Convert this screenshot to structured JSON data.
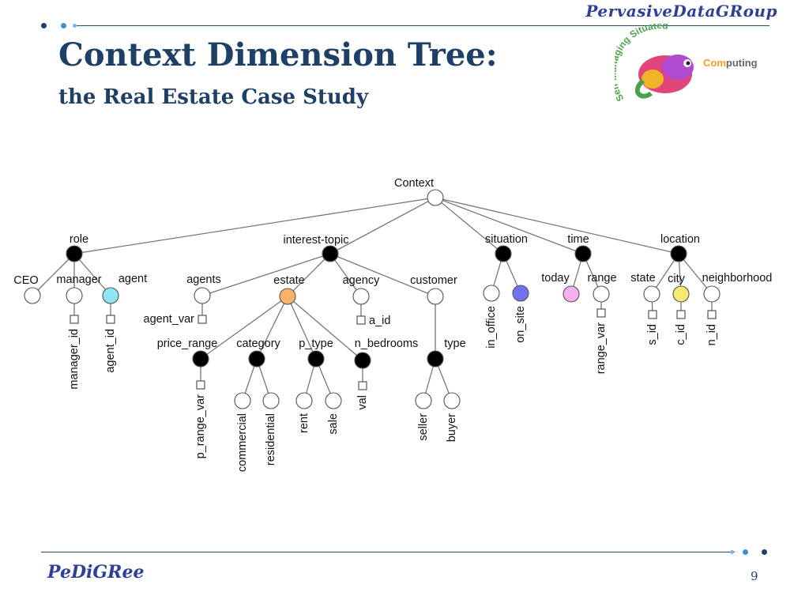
{
  "header": {
    "brand": "PervasiveDataGRoup"
  },
  "title": "Context Dimension Tree:",
  "subtitle": "the Real Estate Case Study",
  "logo": {
    "arc_text": "Self Managing Situated",
    "side_prefix": "Com",
    "side_suffix": "puting",
    "colors": [
      "#e0467c",
      "#4aa34a",
      "#3da7d6",
      "#f0b429"
    ]
  },
  "footer": {
    "brand": "PeDiGRee",
    "page_number": "9"
  },
  "colors": {
    "accent": "#1f4066",
    "fill_agent": "#8ee6f2",
    "fill_estate": "#f8b26a",
    "fill_on_site": "#6f73f0",
    "fill_today": "#f5b0f0",
    "fill_city": "#f7ea70"
  },
  "tree": {
    "nodes": [
      {
        "id": "context",
        "label": "Context",
        "kind": "white"
      },
      {
        "id": "role",
        "label": "role",
        "kind": "black"
      },
      {
        "id": "interest_topic",
        "label": "interest-topic",
        "kind": "black"
      },
      {
        "id": "situation",
        "label": "situation",
        "kind": "black"
      },
      {
        "id": "time",
        "label": "time",
        "kind": "black"
      },
      {
        "id": "location",
        "label": "location",
        "kind": "black"
      },
      {
        "id": "ceo",
        "label": "CEO",
        "kind": "white"
      },
      {
        "id": "manager",
        "label": "manager",
        "kind": "white"
      },
      {
        "id": "agent",
        "label": "agent",
        "kind": "cyan"
      },
      {
        "id": "agents",
        "label": "agents",
        "kind": "white"
      },
      {
        "id": "estate",
        "label": "estate",
        "kind": "orange"
      },
      {
        "id": "agency",
        "label": "agency",
        "kind": "white"
      },
      {
        "id": "customer",
        "label": "customer",
        "kind": "white"
      },
      {
        "id": "in_office",
        "label": "in_office",
        "kind": "white"
      },
      {
        "id": "on_site",
        "label": "on_site",
        "kind": "blue"
      },
      {
        "id": "today",
        "label": "today",
        "kind": "pink"
      },
      {
        "id": "range",
        "label": "range",
        "kind": "white"
      },
      {
        "id": "state",
        "label": "state",
        "kind": "white"
      },
      {
        "id": "city",
        "label": "city",
        "kind": "yellow"
      },
      {
        "id": "neighborhood",
        "label": "neighborhood",
        "kind": "white"
      },
      {
        "id": "manager_id",
        "label": "manager_id",
        "kind": "param"
      },
      {
        "id": "agent_id",
        "label": "agent_id",
        "kind": "param"
      },
      {
        "id": "agent_var",
        "label": "agent_var",
        "kind": "param"
      },
      {
        "id": "a_id",
        "label": "a_id",
        "kind": "param"
      },
      {
        "id": "range_var",
        "label": "range_var",
        "kind": "param"
      },
      {
        "id": "s_id",
        "label": "s_id",
        "kind": "param"
      },
      {
        "id": "c_id",
        "label": "c_id",
        "kind": "param"
      },
      {
        "id": "n_id",
        "label": "n_id",
        "kind": "param"
      },
      {
        "id": "price_range",
        "label": "price_range",
        "kind": "black"
      },
      {
        "id": "category",
        "label": "category",
        "kind": "black"
      },
      {
        "id": "p_type",
        "label": "p_type",
        "kind": "black"
      },
      {
        "id": "n_bedrooms",
        "label": "n_bedrooms",
        "kind": "black"
      },
      {
        "id": "type",
        "label": "type",
        "kind": "black"
      },
      {
        "id": "p_range_var",
        "label": "p_range_var",
        "kind": "param"
      },
      {
        "id": "commercial",
        "label": "commercial",
        "kind": "white"
      },
      {
        "id": "residential",
        "label": "residential",
        "kind": "white"
      },
      {
        "id": "rent",
        "label": "rent",
        "kind": "white"
      },
      {
        "id": "sale",
        "label": "sale",
        "kind": "white"
      },
      {
        "id": "val",
        "label": "val",
        "kind": "param"
      },
      {
        "id": "seller",
        "label": "seller",
        "kind": "white"
      },
      {
        "id": "buyer",
        "label": "buyer",
        "kind": "white"
      }
    ],
    "edges": [
      [
        "context",
        "role"
      ],
      [
        "context",
        "interest_topic"
      ],
      [
        "context",
        "situation"
      ],
      [
        "context",
        "time"
      ],
      [
        "context",
        "location"
      ],
      [
        "role",
        "ceo"
      ],
      [
        "role",
        "manager"
      ],
      [
        "role",
        "agent"
      ],
      [
        "manager",
        "manager_id"
      ],
      [
        "agent",
        "agent_id"
      ],
      [
        "interest_topic",
        "agents"
      ],
      [
        "interest_topic",
        "estate"
      ],
      [
        "interest_topic",
        "agency"
      ],
      [
        "interest_topic",
        "customer"
      ],
      [
        "agents",
        "agent_var"
      ],
      [
        "agency",
        "a_id"
      ],
      [
        "estate",
        "price_range"
      ],
      [
        "estate",
        "category"
      ],
      [
        "estate",
        "p_type"
      ],
      [
        "estate",
        "n_bedrooms"
      ],
      [
        "customer",
        "type"
      ],
      [
        "price_range",
        "p_range_var"
      ],
      [
        "category",
        "commercial"
      ],
      [
        "category",
        "residential"
      ],
      [
        "p_type",
        "rent"
      ],
      [
        "p_type",
        "sale"
      ],
      [
        "n_bedrooms",
        "val"
      ],
      [
        "type",
        "seller"
      ],
      [
        "type",
        "buyer"
      ],
      [
        "situation",
        "in_office"
      ],
      [
        "situation",
        "on_site"
      ],
      [
        "time",
        "today"
      ],
      [
        "time",
        "range"
      ],
      [
        "range",
        "range_var"
      ],
      [
        "location",
        "state"
      ],
      [
        "location",
        "city"
      ],
      [
        "location",
        "neighborhood"
      ],
      [
        "state",
        "s_id"
      ],
      [
        "city",
        "c_id"
      ],
      [
        "neighborhood",
        "n_id"
      ]
    ]
  }
}
